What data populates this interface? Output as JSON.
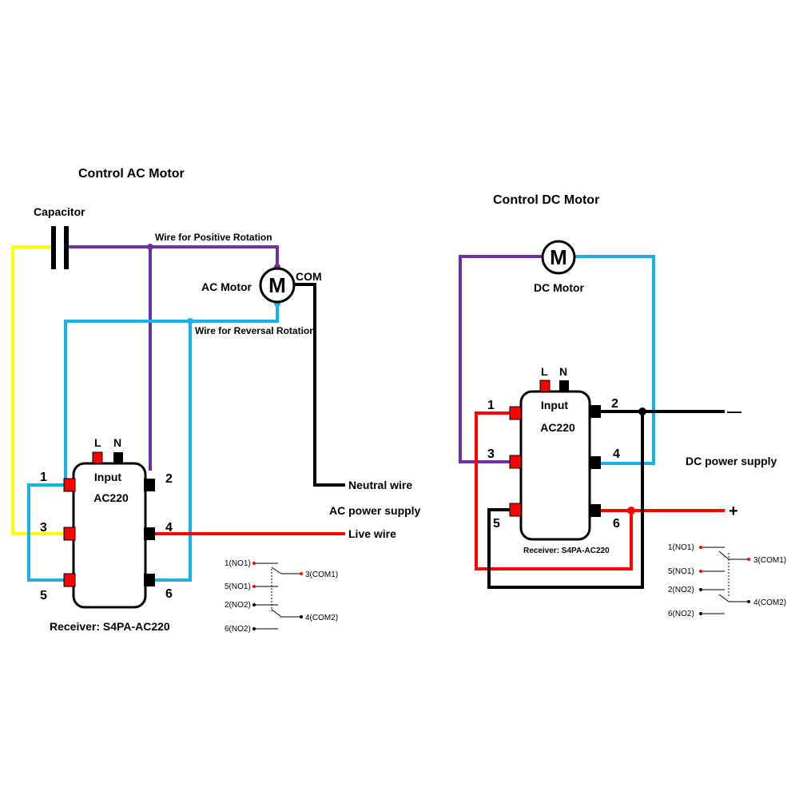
{
  "colors": {
    "purple": "#7030a0",
    "blue": "#1cb0e8",
    "red": "#ff0000",
    "yellow": "#ffff00",
    "black": "#000000"
  },
  "ac": {
    "title": "Control AC Motor",
    "capacitor_label": "Capacitor",
    "positive_wire_label": "Wire for Positive Rotation",
    "reversal_wire_label": "Wire for Reversal Rotation",
    "motor_label": "AC Motor",
    "motor_symbol": "M",
    "com_label": "COM",
    "neutral_label": "Neutral wire",
    "power_label": "AC power supply",
    "live_label": "Live wire",
    "receiver": {
      "input_label": "Input",
      "model_label": "AC220",
      "l_label": "L",
      "n_label": "N",
      "pins": [
        "1",
        "3",
        "5",
        "2",
        "4",
        "6"
      ],
      "caption": "Receiver: S4PA-AC220"
    },
    "legend": [
      "1(NO1)",
      "5(NO1)",
      "3(COM1)",
      "2(NO2)",
      "6(NO2)",
      "4(COM2)"
    ]
  },
  "dc": {
    "title": "Control DC Motor",
    "motor_label": "DC Motor",
    "motor_symbol": "M",
    "power_label": "DC power supply",
    "minus_label": "—",
    "plus_label": "+",
    "receiver": {
      "input_label": "Input",
      "model_label": "AC220",
      "l_label": "L",
      "n_label": "N",
      "pins": [
        "1",
        "3",
        "5",
        "2",
        "4",
        "6"
      ],
      "caption": "Receiver: S4PA-AC220"
    },
    "legend": [
      "1(NO1)",
      "5(NO1)",
      "3(COM1)",
      "2(NO2)",
      "6(NO2)",
      "4(COM2)"
    ]
  }
}
